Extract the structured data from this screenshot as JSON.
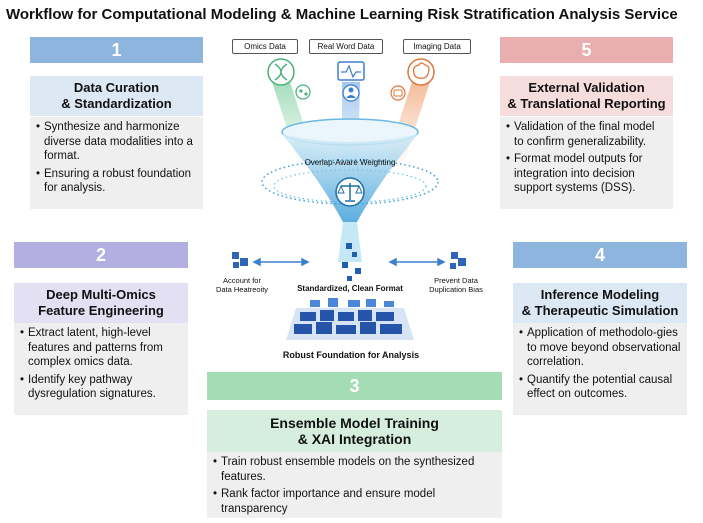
{
  "title": "Workflow for Computational Modeling & Machine Learning Risk Stratification Analysis Service",
  "inputs": [
    "Omics Data",
    "Real Word Data",
    "Imaging Data"
  ],
  "funnel_label": "Overlap-Aware Weighting",
  "left_note": [
    "Account for",
    "Data Heatreoity"
  ],
  "right_note": [
    "Prevent Data",
    "Duplication Bias"
  ],
  "center_label": "Standardized, Clean Format",
  "foundation_label": "Robust Foundation for Analysis",
  "colors": {
    "step1": "#8eb5dd",
    "step2": "#b3afe0",
    "step3": "#a4dcb6",
    "step4": "#8eb5dd",
    "step5": "#e8aeb0",
    "body": "#efefef"
  },
  "steps": [
    {
      "number": "1",
      "title": [
        "Data Curation",
        "& Standardization"
      ],
      "bullets": [
        "Synthesize and harmonize diverse data modalities  into a format.",
        "Ensuring a robust foundation for analysis."
      ]
    },
    {
      "number": "2",
      "title": [
        "Deep Multi-Omics",
        "Feature Engineering"
      ],
      "bullets": [
        "Extract latent, high-level features and patterns from complex omics data.",
        "Identify key pathway dysregulation signatures."
      ]
    },
    {
      "number": "3",
      "title": [
        "Ensemble Model Training",
        "& XAI Integration"
      ],
      "bullets": [
        "Train robust ensemble models on the synthesized features.",
        "Rank factor importance and ensure model transparency"
      ]
    },
    {
      "number": "4",
      "title": [
        "Inference Modeling",
        "& Therapeutic Simulation"
      ],
      "bullets": [
        "Application of methodolo-gies to move beyond observational correlation.",
        "Quantify the potential causal effect on outcomes."
      ]
    },
    {
      "number": "5",
      "title": [
        "External Validation",
        "& Translational Reporting"
      ],
      "bullets": [
        "Validation of the final model to confirm generalizability.",
        "Format model outputs for integration into decision support systems (DSS)."
      ]
    }
  ]
}
